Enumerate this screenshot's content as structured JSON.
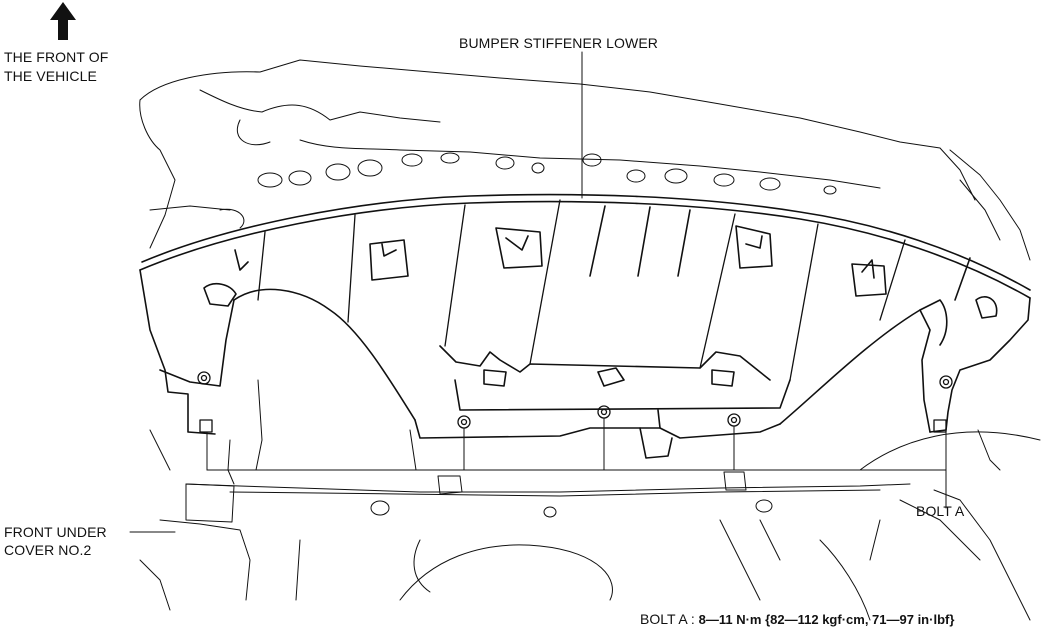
{
  "labels": {
    "front_of_vehicle_line1": "THE FRONT OF",
    "front_of_vehicle_line2": "THE VEHICLE",
    "bumper_stiffener_lower": "BUMPER STIFFENER LOWER",
    "front_under_cover_line1": "FRONT UNDER",
    "front_under_cover_line2": "COVER NO.2",
    "bolt_a": "BOLT A"
  },
  "torque_spec": {
    "prefix": "BOLT A : ",
    "value": "8—11 N·m {82—112 kgf·cm, 71—97 in·lbf}"
  },
  "icons": {
    "direction_arrow": "arrow-up-icon"
  },
  "colors": {
    "line": "#111111",
    "background": "#ffffff"
  }
}
